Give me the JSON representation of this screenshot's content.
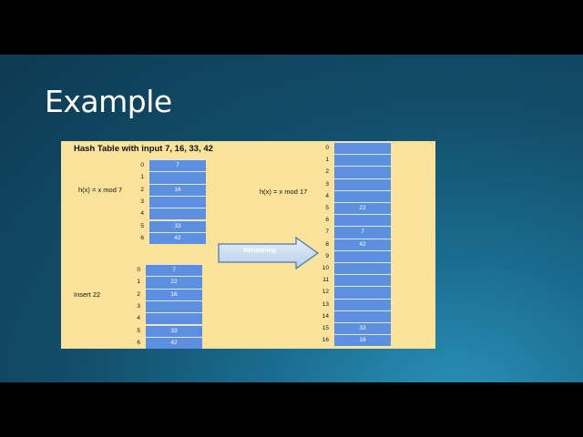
{
  "slide": {
    "title": "Example",
    "panel_title": "Hash Table with input 7, 16, 33, 42",
    "left_function": "h(x) = x mod 7",
    "insert_label": "Insert 22",
    "right_function": "h(x) = x mod 17",
    "arrow_label": "Rehashing",
    "colors": {
      "cell": "#5d8fe0",
      "panel": "#fbe39b",
      "background": "#124d69"
    }
  },
  "table1": [
    {
      "index": "0",
      "value": "7"
    },
    {
      "index": "1",
      "value": ""
    },
    {
      "index": "2",
      "value": "16"
    },
    {
      "index": "3",
      "value": ""
    },
    {
      "index": "4",
      "value": ""
    },
    {
      "index": "5",
      "value": "33"
    },
    {
      "index": "6",
      "value": "42"
    }
  ],
  "table2": [
    {
      "index": "0",
      "value": "7"
    },
    {
      "index": "1",
      "value": "22"
    },
    {
      "index": "2",
      "value": "16"
    },
    {
      "index": "3",
      "value": ""
    },
    {
      "index": "4",
      "value": ""
    },
    {
      "index": "5",
      "value": "33"
    },
    {
      "index": "6",
      "value": "42"
    }
  ],
  "table3": [
    {
      "index": "0",
      "value": ""
    },
    {
      "index": "1",
      "value": ""
    },
    {
      "index": "2",
      "value": ""
    },
    {
      "index": "3",
      "value": ""
    },
    {
      "index": "4",
      "value": ""
    },
    {
      "index": "5",
      "value": "22"
    },
    {
      "index": "6",
      "value": ""
    },
    {
      "index": "7",
      "value": "7"
    },
    {
      "index": "8",
      "value": "42"
    },
    {
      "index": "9",
      "value": ""
    },
    {
      "index": "10",
      "value": ""
    },
    {
      "index": "11",
      "value": ""
    },
    {
      "index": "12",
      "value": ""
    },
    {
      "index": "13",
      "value": ""
    },
    {
      "index": "14",
      "value": ""
    },
    {
      "index": "15",
      "value": "33"
    },
    {
      "index": "16",
      "value": "16"
    }
  ]
}
